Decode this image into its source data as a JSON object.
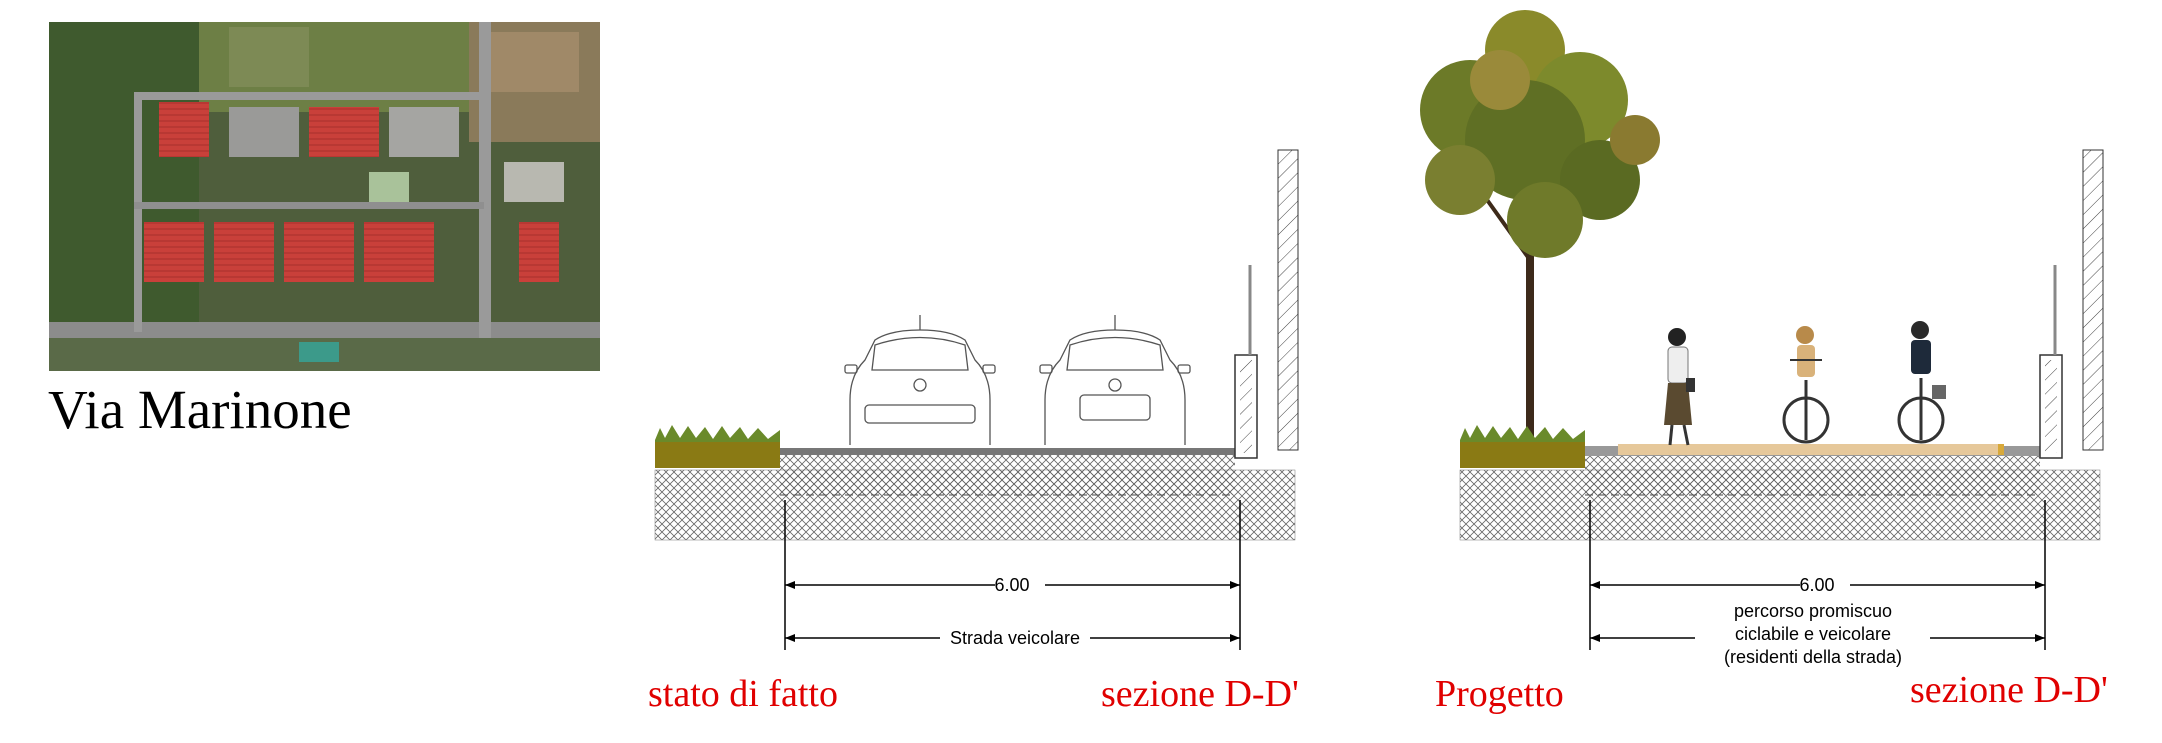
{
  "place": {
    "title": "Via Marinone"
  },
  "labels": {
    "existing": "stato di fatto",
    "section_left": "sezione D-D'",
    "project": "Progetto",
    "section_right": "sezione D-D'"
  },
  "existing_section": {
    "width_dim": "6.00",
    "use_label": "Strada veicolare"
  },
  "project_section": {
    "width_dim": "6.00",
    "use_label_line1": "percorso promiscuo",
    "use_label_line2": "ciclabile e veicolare",
    "use_label_line3": "(residenti della strada)"
  },
  "colors": {
    "label_red": "#e00000",
    "grass": "#6a8a2a",
    "soil": "#8a7a14",
    "bike_lane": "#e6c89a"
  }
}
